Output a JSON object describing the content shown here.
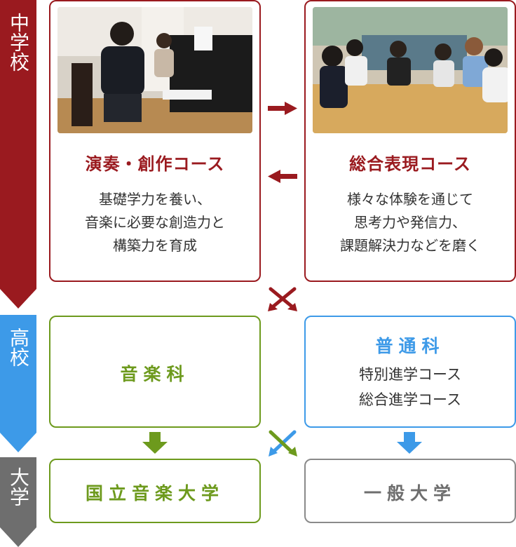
{
  "stages": {
    "junior_high": {
      "label": "中学校",
      "color": "#9a1a1f"
    },
    "high_school": {
      "label": "高校",
      "color": "#3d9ae8"
    },
    "university": {
      "label": "大学",
      "color": "#6e6e6e"
    }
  },
  "junior_high": {
    "left_course": {
      "title": "演奏・創作コース",
      "desc": [
        "基礎学力を養い、",
        "音楽に必要な創造力と",
        "構築力を育成"
      ]
    },
    "right_course": {
      "title": "総合表現コース",
      "desc": [
        "様々な体験を通じて",
        "思考力や発信力、",
        "課題解決力などを磨く"
      ]
    }
  },
  "high_school": {
    "music": {
      "title": "音楽科",
      "color": "#6d9a1d"
    },
    "general": {
      "title": "普通科",
      "color": "#3d9ae8",
      "tracks": [
        "特別進学コース",
        "総合進学コース"
      ]
    }
  },
  "university": {
    "national_music": {
      "title": "国立音楽大学",
      "color": "#6d9a1d"
    },
    "general": {
      "title": "一般大学",
      "color": "#6e6e6e"
    }
  },
  "colors": {
    "accent_red": "#9a1a1f",
    "music_green": "#6d9a1d",
    "general_blue": "#3d9ae8",
    "neutral_gray": "#8a8a8a"
  }
}
